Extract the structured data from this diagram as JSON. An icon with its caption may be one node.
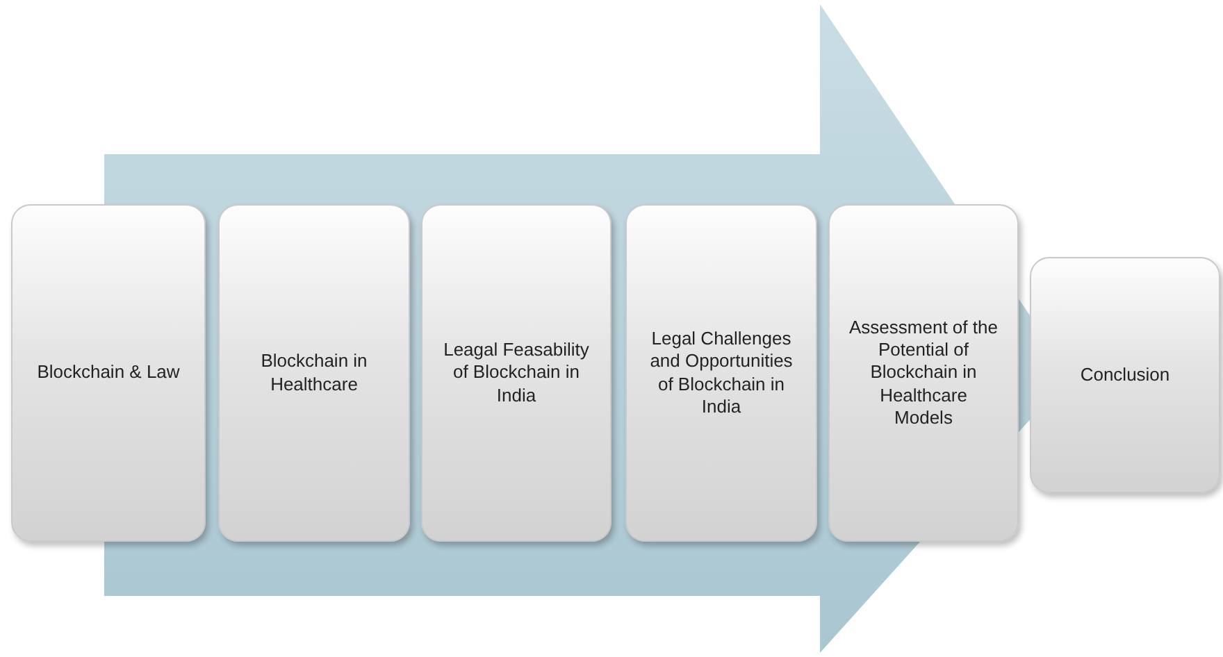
{
  "diagram": {
    "nodes": [
      {
        "text": [
          "Blockchain & Law"
        ]
      },
      {
        "text": [
          "Blockchain in Healthcare"
        ]
      },
      {
        "text": [
          "Leagal Feasability of Blockchain in India"
        ]
      },
      {
        "text": [
          "Legal Challenges and Opportunities of Blockchain in India"
        ]
      },
      {
        "text": [
          "Assessment of the Potential of Blockchain in Healthcare Models"
        ]
      },
      {
        "text": [
          "Conclusion"
        ]
      }
    ],
    "edges": [
      {
        "from": 0,
        "to": 5,
        "arrow": "to"
      }
    ]
  }
}
